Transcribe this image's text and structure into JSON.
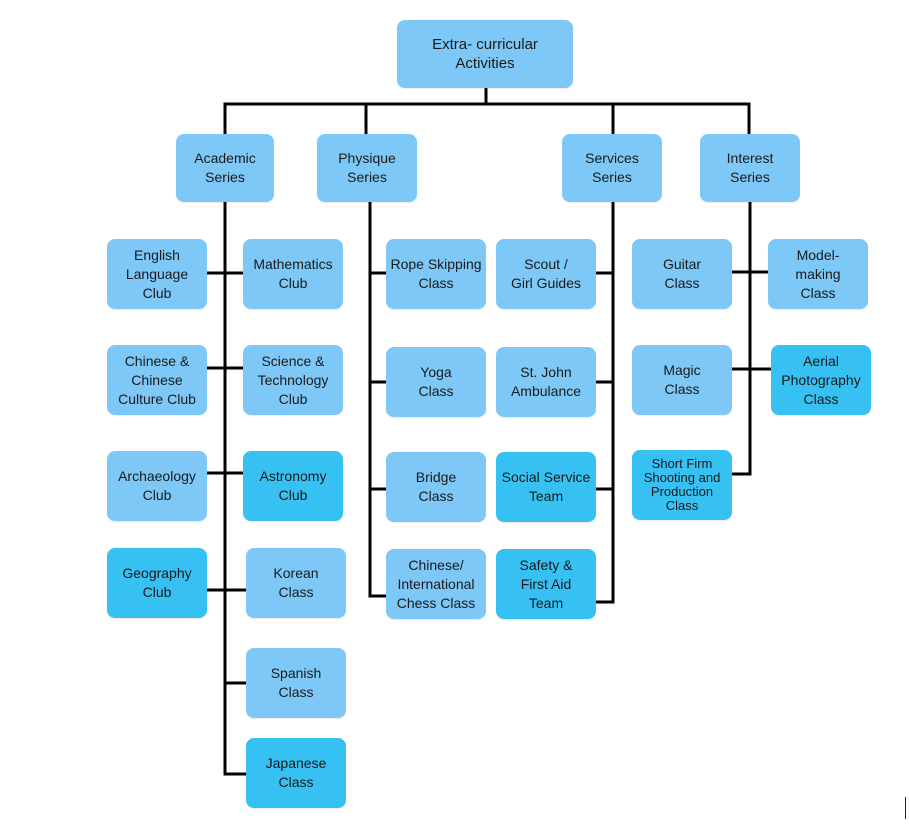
{
  "root": "Extra- curricular\nActivities",
  "series": {
    "academic": "Academic\nSeries",
    "physique": "Physique\nSeries",
    "services": "Services\nSeries",
    "interest": "Interest\nSeries"
  },
  "academic": {
    "english": "English\nLanguage\nClub",
    "mathematics": "Mathematics\nClub",
    "chinese_culture": "Chinese &\nChinese\nCulture Club",
    "science_tech": "Science &\nTechnology\nClub",
    "archaeology": "Archaeology\nClub",
    "astronomy": "Astronomy\nClub",
    "geography": "Geography\nClub",
    "korean": "Korean\nClass",
    "spanish": "Spanish\nClass",
    "japanese": "Japanese\nClass"
  },
  "physique": {
    "rope_skipping": "Rope Skipping\nClass",
    "yoga": "Yoga\nClass",
    "bridge": "Bridge\nClass",
    "chess": "Chinese/\nInternational\nChess Class"
  },
  "services": {
    "scout": "Scout /\nGirl Guides",
    "st_john": "St. John\nAmbulance",
    "social_service": "Social Service\nTeam",
    "safety": "Safety &\nFirst Aid\nTeam"
  },
  "interest": {
    "guitar": "Guitar\nClass",
    "model_making": "Model-\nmaking\nClass",
    "magic": "Magic\nClass",
    "aerial": "Aerial\nPhotography\nClass",
    "short_film": "Short Firm\nShooting and\nProduction\nClass"
  },
  "colors": {
    "light_box": "#7ec8f7",
    "dark_box": "#37c1f3",
    "connector": "#000000"
  }
}
